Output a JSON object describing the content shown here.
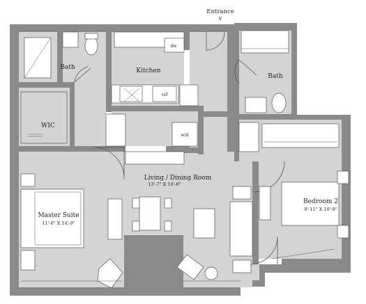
{
  "entrance": {
    "label": "Entrance",
    "arrow": "v"
  },
  "rooms": {
    "bath_left": {
      "name": "Bath"
    },
    "bath_right": {
      "name": "Bath"
    },
    "kitchen": {
      "name": "Kitchen"
    },
    "wic": {
      "name": "WIC"
    },
    "living": {
      "name": "Living / Dining Room",
      "dims": "13'-7\" X 14'-6\""
    },
    "master": {
      "name": "Master Suite",
      "dims": "11'-0\" X 14'-9\""
    },
    "bedroom2": {
      "name": "Bedroom 2",
      "dims": "9'-11\" X 10'-9\""
    }
  },
  "appliances": {
    "dishwasher": "dw",
    "refrigerator": "ref",
    "washer_dryer": "w/d"
  },
  "colors": {
    "wall": "#8a8a8a",
    "wall_dark": "#6f6f6f",
    "line": "#555555",
    "furniture": "#ffffff"
  }
}
